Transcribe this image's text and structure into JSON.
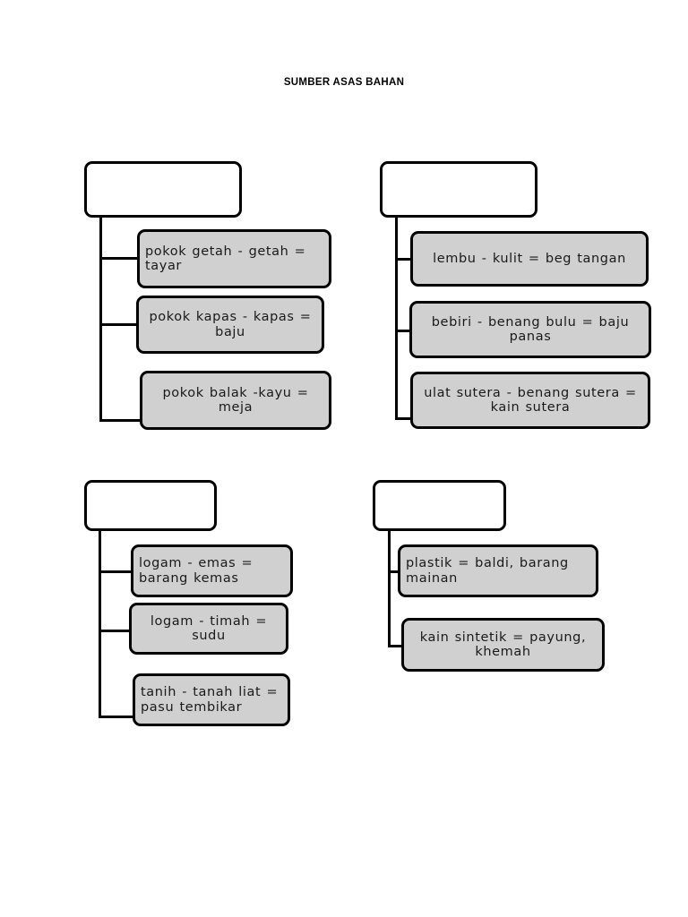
{
  "page": {
    "title": "SUMBER ASAS BAHAN",
    "background_color": "#ffffff",
    "node_fill_color": "#d0d0d0",
    "node_border_color": "#000000",
    "parent_fill_color": "#ffffff"
  },
  "diagram": {
    "type": "tree",
    "orientation": "top-parent-with-left-trunk",
    "groups": [
      {
        "id": "group-1",
        "parent": {
          "label": ""
        },
        "children": [
          {
            "label": "pokok getah - getah = tayar"
          },
          {
            "label": "pokok kapas - kapas = baju"
          },
          {
            "label": "pokok balak -kayu = meja"
          }
        ]
      },
      {
        "id": "group-2",
        "parent": {
          "label": ""
        },
        "children": [
          {
            "label": "lembu - kulit = beg tangan"
          },
          {
            "label": "bebiri - benang bulu = baju panas"
          },
          {
            "label": "ulat sutera - benang sutera = kain sutera"
          }
        ]
      },
      {
        "id": "group-3",
        "parent": {
          "label": ""
        },
        "children": [
          {
            "label": "logam - emas = barang kemas"
          },
          {
            "label": "logam - timah = sudu"
          },
          {
            "label": "tanih - tanah liat = pasu tembikar"
          }
        ]
      },
      {
        "id": "group-4",
        "parent": {
          "label": ""
        },
        "children": [
          {
            "label": "plastik = baldi, barang mainan"
          },
          {
            "label": "kain sintetik = payung, khemah"
          }
        ]
      }
    ]
  }
}
